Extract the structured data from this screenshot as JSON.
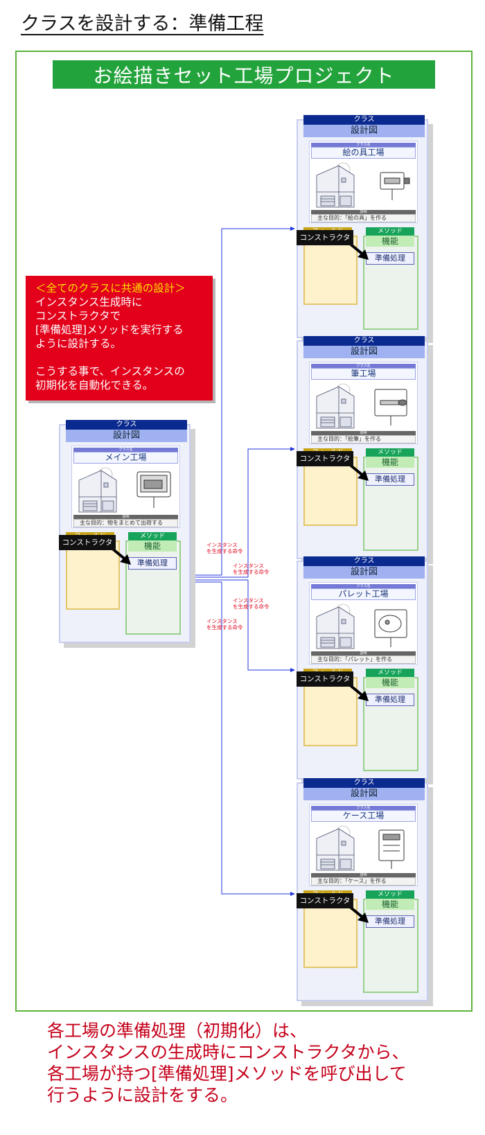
{
  "page_title": "クラスを設計する：準備工程",
  "project_title": "お絵描きセット工場プロジェクト",
  "note": {
    "line1": "＜全てのクラスに共通の設計＞",
    "line2": "インスタンス生成時に",
    "line3": "コンストラクタで",
    "line4": "[準備処理]メソッドを実行する",
    "line5": "ように設計する。",
    "line6": "こうする事で、インスタンスの",
    "line7": "初期化を自動化できる。"
  },
  "card_labels": {
    "header": "クラス",
    "sub": "設計図",
    "name_caption": "クラス名",
    "explain_caption": "説明",
    "field_tab": "フィールド",
    "method_tab": "メソッド",
    "function": "機能",
    "prepare": "準備処理",
    "constructor": "コンストラクタ"
  },
  "classes": {
    "main": {
      "name": "メイン工場",
      "explain": "主な目的：物をまとめて出荷する"
    },
    "paint": {
      "name": "絵の具工場",
      "explain": "主な目的：「絵の具」を作る"
    },
    "brush": {
      "name": "筆工場",
      "explain": "主な目的：「絵筆」を作る"
    },
    "palette": {
      "name": "パレット工場",
      "explain": "主な目的：「パレット」を作る"
    },
    "case": {
      "name": "ケース工場",
      "explain": "主な目的：「ケース」を作る"
    }
  },
  "connector_labels": {
    "a1": "インスタンス",
    "a2": "を生成する命令",
    "b1": "インスタンス",
    "b2": "を生成する命令",
    "c1": "インスタンス",
    "c2": "を生成する命令",
    "d1": "インスタンス",
    "d2": "を生成する命令"
  },
  "conclusion": {
    "line1": "各工場の準備処理（初期化）は、",
    "line2": "インスタンスの生成時にコンストラクタから、",
    "line3": "各工場が持つ[準備処理]メソッドを呼び出して",
    "line4": "行うように設計をする。"
  },
  "colors": {
    "frame": "#5ab43c",
    "banner": "#23a33b",
    "note_bg": "#e2001a",
    "note_highlight": "#ffe100",
    "connector": "#2233dd",
    "connector_label": "#e0001a",
    "conclusion": "#c4001a"
  },
  "icons": {
    "main": "factory-icon + monitor-icon",
    "paint": "factory-icon + paint-tube-icon",
    "brush": "factory-icon + paintbrush-icon",
    "palette": "factory-icon + palette-icon",
    "case": "factory-icon + case-icon"
  }
}
